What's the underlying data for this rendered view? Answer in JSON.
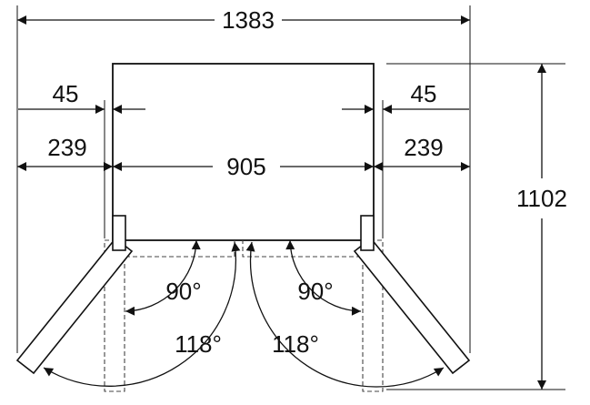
{
  "dimensions": {
    "overall_width": "1383",
    "left_offset": "45",
    "right_offset": "45",
    "left_clearance": "239",
    "body_width": "905",
    "right_clearance": "239",
    "depth": "1102"
  },
  "angles": {
    "left_inner": "90°",
    "right_inner": "90°",
    "left_outer": "118°",
    "right_outer": "118°"
  }
}
